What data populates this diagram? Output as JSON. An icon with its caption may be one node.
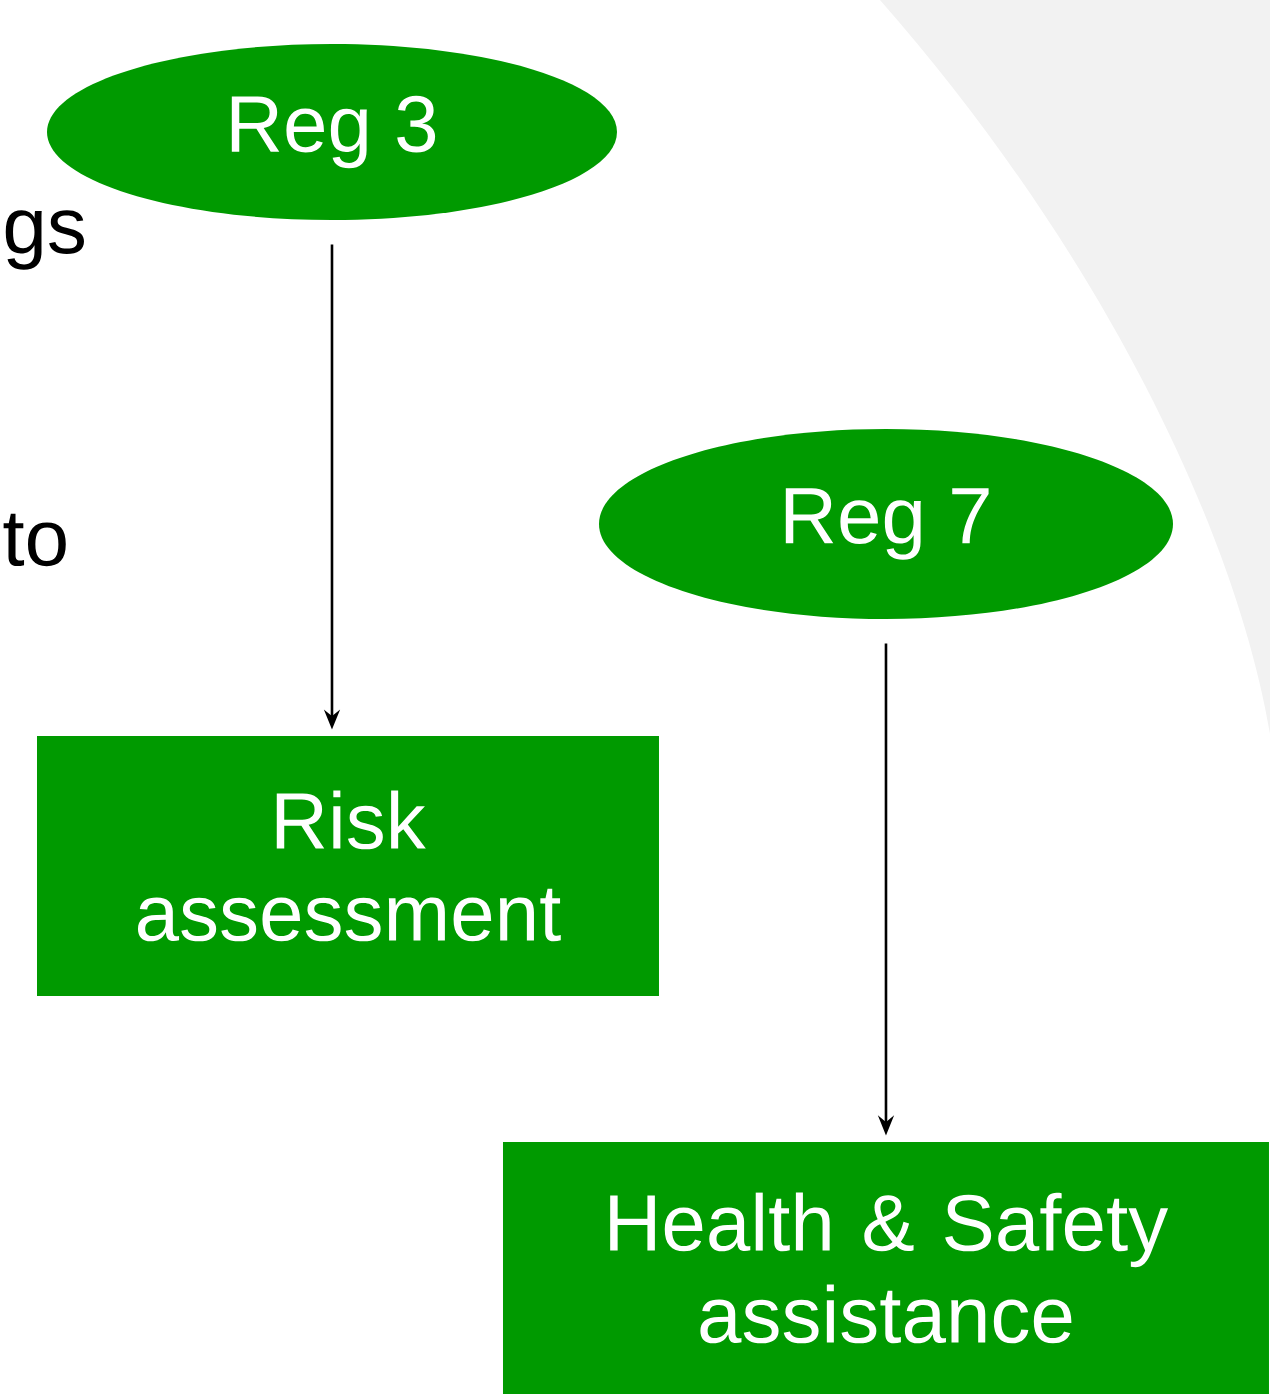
{
  "diagram": {
    "nodes": [
      {
        "text": [
          "Reg 3"
        ]
      },
      {
        "text": [
          "Reg 7"
        ]
      },
      {
        "text": [
          "Risk assessment"
        ]
      },
      {
        "text": [
          "Health & Safety assistance"
        ]
      }
    ],
    "edges": [
      {
        "from": 0,
        "to": 2,
        "arrow": "to"
      },
      {
        "from": 1,
        "to": 3,
        "arrow": "to"
      }
    ],
    "labels": [
      "gs",
      "to"
    ]
  }
}
